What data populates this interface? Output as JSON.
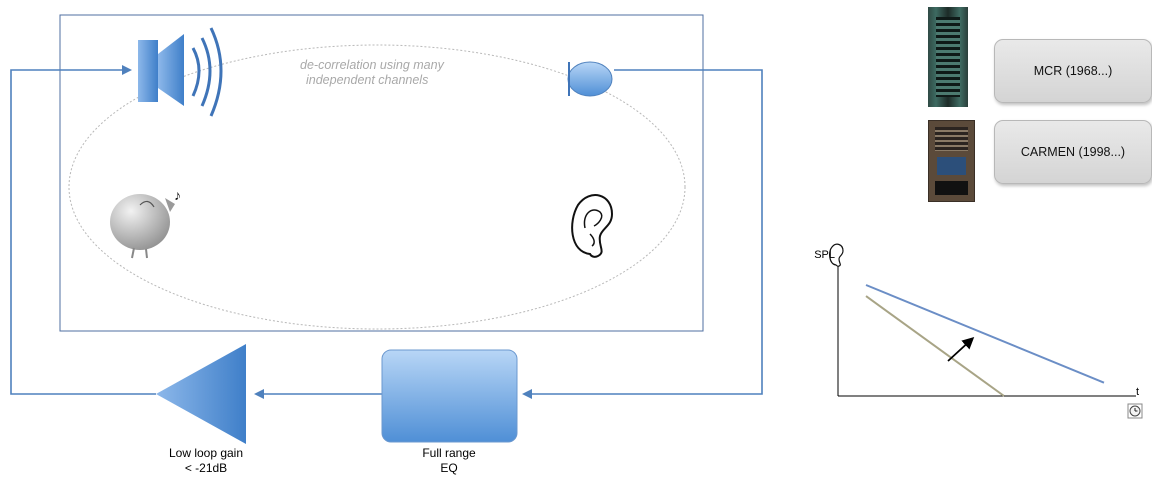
{
  "diagram": {
    "decorrelation_line1": "de-correlation using many",
    "decorrelation_line2": "independent channels",
    "amplifier_label_line1": "Low loop gain",
    "amplifier_label_line2": "< -21dB",
    "eq_label_line1": "Full range",
    "eq_label_line2": "EQ"
  },
  "systems": [
    {
      "label": "MCR (1968...)"
    },
    {
      "label": "CARMEN (1998...)"
    }
  ],
  "chart_data": {
    "type": "line",
    "ylabel": "SPL",
    "xlabel": "t",
    "series": [
      {
        "color": "#6b8ec6",
        "x": [
          0,
          1
        ],
        "y": [
          1,
          0.12
        ]
      },
      {
        "color": "#a8a486",
        "x": [
          0,
          0.58
        ],
        "y": [
          0.9,
          0
        ]
      }
    ]
  },
  "colors": {
    "blue": "#4f81bd",
    "line_blue": "#6b8ec6",
    "olive": "#a8a486"
  },
  "icons": [
    "loudspeaker-icon",
    "microphone-icon",
    "bird-icon",
    "ear-icon",
    "clock-icon"
  ]
}
